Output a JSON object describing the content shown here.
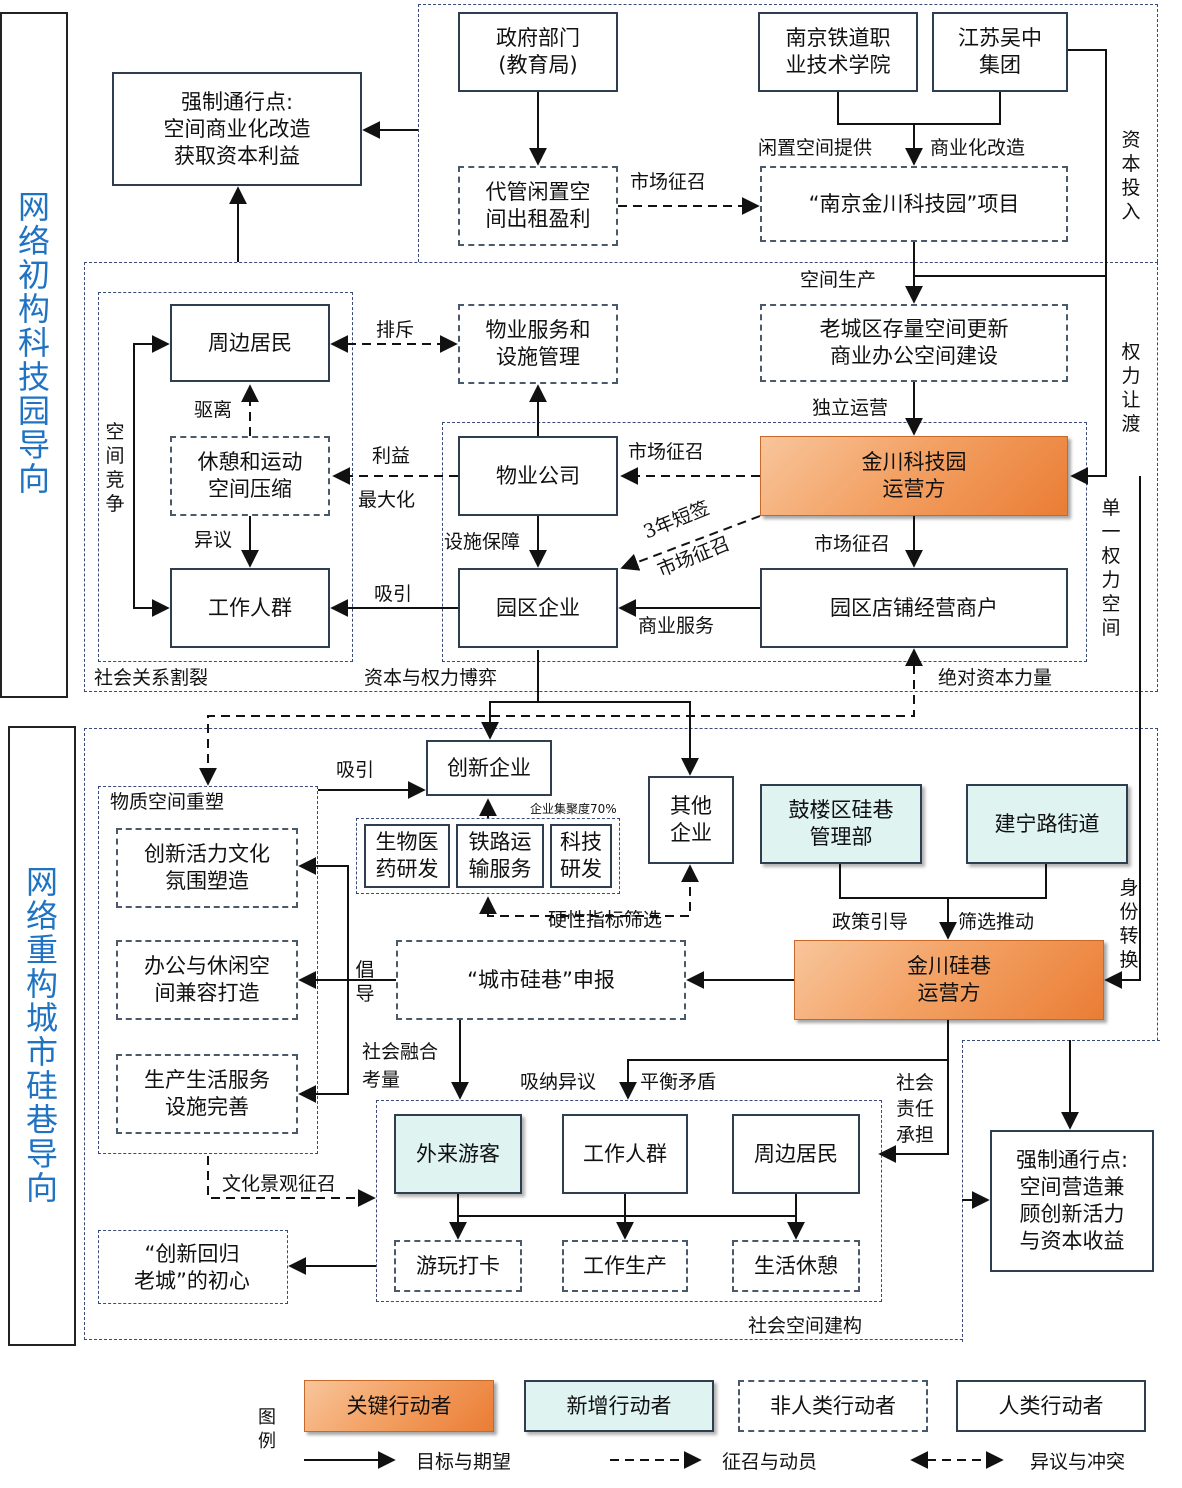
{
  "sections": {
    "top_title": "网络初构\n科技园导向",
    "bottom_title": "网络重构\n城市硅巷导向"
  },
  "nodes": {
    "gov": "政府部门\n(教育局)",
    "rail_college": "南京铁道职\n业技术学院",
    "wuzhong": "江苏吴中\n集团",
    "opp_top": "强制通行点:\n空间商业化改造\n获取资本利益",
    "idle_space": "代管闲置空\n间出租盈利",
    "park_project": "“南京金川科技园”项目",
    "residents_top": "周边居民",
    "property_service": "物业服务和\n设施管理",
    "old_city": "老城区存量空间更新\n商业办公空间建设",
    "leisure_compress": "休憩和运动\n空间压缩",
    "property_company": "物业公司",
    "park_operator": "金川科技园\n运营方",
    "workers_top": "工作人群",
    "park_firms": "园区企业",
    "shop_merchants": "园区店铺经营商户",
    "innovative_firms": "创新企业",
    "other_firms": "其他\n企业",
    "bio": "生物医\n药研发",
    "railway": "铁路运\n输服务",
    "tech": "科技\n研发",
    "gulou": "鼓楼区硅巷\n管理部",
    "jianning": "建宁路街道",
    "culture_atmos": "创新活力文化\n氛围塑造",
    "office_leisure": "办公与休闲空\n间兼容打造",
    "services": "生产生活服务\n设施完善",
    "silicon_apply": "“城市硅巷”申报",
    "silicon_operator": "金川硅巷\n运营方",
    "tourists": "外来游客",
    "workers_bottom": "工作人群",
    "residents_bottom": "周边居民",
    "play": "游玩打卡",
    "work": "工作生产",
    "rest": "生活休憩",
    "return_oldcity": "“创新回归\n老城”的初心",
    "opp_bottom": "强制通行点:\n空间营造兼\n顾创新活力\n与资本收益"
  },
  "labels": {
    "market_recruit_1": "市场征召",
    "idle_provide": "闲置空间提供",
    "commercial_reform": "商业化改造",
    "capital_input": "资\n本\n投\n入",
    "space_production": "空间生产",
    "exclusion": "排斥",
    "power_transfer": "权\n力\n让\n渡",
    "independent_ops": "独立运营",
    "expel": "驱离",
    "space_compete": "空\n间\n竞\n争",
    "interest": "利益",
    "maximize": "最大化",
    "market_recruit_2": "市场征召",
    "single_power": "单\n一\n权\n力\n空\n间",
    "objection": "异议",
    "facility_guarantee": "设施保障",
    "short_contract": "3年短签",
    "market_recruit_3": "市场征召",
    "market_recruit_4": "市场征召",
    "attract_1": "吸引",
    "commercial_service": "商业服务",
    "social_split": "社会关系割裂",
    "capital_power_game": "资本与权力博弈",
    "absolute_capital": "绝对资本力量",
    "attract_2": "吸引",
    "physical_reshape": "物质空间重塑",
    "cluster_degree": "企业集聚度70%",
    "hard_index": "硬性指标筛选",
    "policy_guide": "政策引导",
    "screen_push": "筛选推动",
    "identity_switch": "身\n份\n转\n换",
    "advocate": "倡\n导",
    "social_fusion": "社会融合\n考量",
    "absorb_objection": "吸纳异议",
    "balance_conflict": "平衡矛盾",
    "social_resp": "社会\n责任\n承担",
    "culture_recruit": "文化景观征召",
    "social_space": "社会空间建构"
  },
  "legend": {
    "title": "图\n例",
    "key_actor": "关键行动者",
    "new_actor": "新增行动者",
    "nonhuman_actor": "非人类行动者",
    "human_actor": "人类行动者",
    "goal": "目标与期望",
    "recruit": "征召与动员",
    "conflict": "异议与冲突"
  },
  "colors": {
    "key_actor": "#f3a265",
    "new_actor": "#dff4f1",
    "section_title": "#1f73c2",
    "frame": "#3a4a7a"
  }
}
